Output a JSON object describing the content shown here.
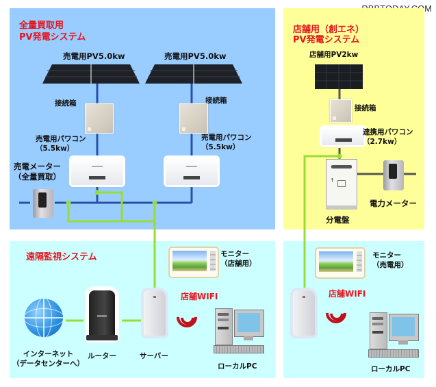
{
  "watermark": "RBBTODAY.COM",
  "sections": {
    "pv_sale": {
      "title_line1": "全量買取用",
      "title_line2": "PV発電システム",
      "panel_label_1": "売電用PV5.0kw",
      "panel_label_2": "売電用PV5.0kw",
      "junction_box_label_1": "接続箱",
      "junction_box_label_2": "接続箱",
      "inverter_label_1": "売電用パワコン\n（5.5kw）",
      "inverter_label_2": "売電用パワコン\n（5.5kw）",
      "meter_label": "売電メーター\n（全量買取）"
    },
    "pv_store": {
      "title_line1": "店舗用（創エネ）",
      "title_line2": "PV発電システム",
      "panel_label": "店舗用PV2kw",
      "junction_box_label": "接続箱",
      "inverter_label": "連携用パワコン\n（2.7kw）",
      "distribution_board_label": "分電盤",
      "power_meter_label": "電力メーター"
    },
    "remote": {
      "title": "遠隔監視システム",
      "internet_label": "インターネット\n（データセンターへ）",
      "router_label": "ルーター",
      "server_label": "サーバー",
      "monitor_label": "モニター\n（店舗用）",
      "wifi_label": "店舗WIFI",
      "pc_label": "ローカルPC"
    },
    "store_monitor": {
      "monitor_label": "モニター\n（売電用）",
      "wifi_label": "店舗WIFI",
      "pc_label": "ローカルPC"
    }
  },
  "colors": {
    "pv_sale_bg": "#99ccff",
    "pv_store_bg": "#ffff99",
    "monitor_bg": "#ccffff",
    "title_red": "#e6141e",
    "power_line": "#2a4fa8",
    "signal_line": "#99dd33",
    "store_line": "#555555"
  }
}
